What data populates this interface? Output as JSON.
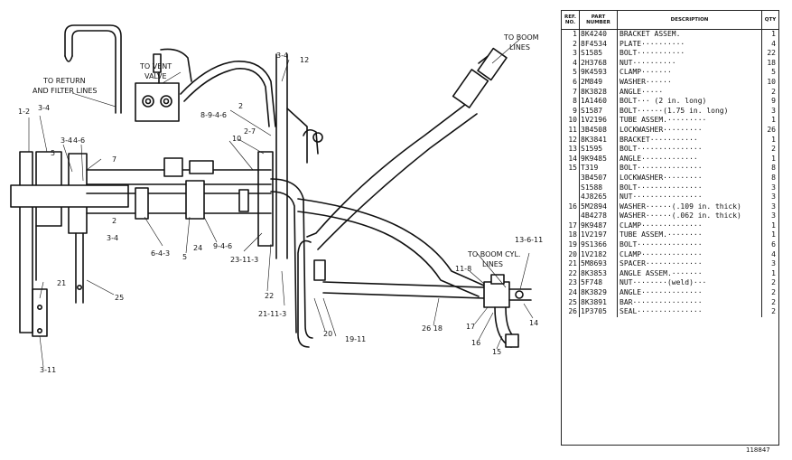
{
  "drawing": {
    "callouts": {
      "to_return_1": "TO RETURN",
      "to_return_2": "AND FILTER LINES",
      "to_vent_1": "TO VENT",
      "to_vent_2": "VALVE",
      "to_boom_1": "TO BOOM",
      "to_boom_2": "LINES",
      "to_boom_cyl_1": "TO BOOM CYL.",
      "to_boom_cyl_2": "LINES",
      "l_1_2": "1-2",
      "l_3_4a": "3-4",
      "l_3_4b": "3-4",
      "l_3_4c": "3-4",
      "l_4_6": "4-6",
      "l_5": "5",
      "l_7": "7",
      "l_8_9_4_6": "8-9-4-6",
      "l_2a": "2",
      "l_2b": "2",
      "l_2_7": "2-7",
      "l_10": "10",
      "l_12": "12",
      "l_6_4_3": "6-4-3",
      "l_5b": "5",
      "l_24": "24",
      "l_9_4_6": "9-4-6",
      "l_23_11_3": "23-11-3",
      "l_22": "22",
      "l_21_11_3": "21-11-3",
      "l_21": "21",
      "l_25": "25",
      "l_3_11": "3-11",
      "l_20": "20",
      "l_19_11": "19-11",
      "l_26_18": "26 18",
      "l_11_8": "11-8",
      "l_13_6_11": "13-6-11",
      "l_17": "17",
      "l_16": "16",
      "l_15": "15",
      "l_14": "14"
    }
  },
  "table": {
    "headers": {
      "ref": "REF. NO.",
      "part": "PART NUMBER",
      "desc": "DESCRIPTION",
      "qty": "QTY"
    },
    "rows": [
      {
        "ref": "1",
        "pn": "8K4240",
        "desc": "BRACKET ASSEM.",
        "qty": "1"
      },
      {
        "ref": "2",
        "pn": "8F4534",
        "desc": "PLATE··········",
        "qty": "4"
      },
      {
        "ref": "3",
        "pn": "S1585",
        "desc": "BOLT···········",
        "qty": "22"
      },
      {
        "ref": "4",
        "pn": "2H3768",
        "desc": "NUT··········",
        "qty": "18"
      },
      {
        "ref": "5",
        "pn": "9K4593",
        "desc": "CLAMP·······",
        "qty": "5"
      },
      {
        "ref": "6",
        "pn": "2M849",
        "desc": "WASHER······",
        "qty": "10"
      },
      {
        "ref": "7",
        "pn": "8K3828",
        "desc": "ANGLE·····",
        "qty": "2"
      },
      {
        "ref": "8",
        "pn": "1A1460",
        "desc": "BOLT···  (2 in. long)",
        "qty": "9"
      },
      {
        "ref": "9",
        "pn": "S1587",
        "desc": "BOLT······(1.75 in. long)",
        "qty": "3"
      },
      {
        "ref": "10",
        "pn": "1V2196",
        "desc": "TUBE ASSEM.·········",
        "qty": "1"
      },
      {
        "ref": "11",
        "pn": "3B4508",
        "desc": "LOCKWASHER·········",
        "qty": "26"
      },
      {
        "ref": "12",
        "pn": "8K3841",
        "desc": "BRACKET···········",
        "qty": "1"
      },
      {
        "ref": "13",
        "pn": "S1595",
        "desc": "BOLT···············",
        "qty": "2"
      },
      {
        "ref": "14",
        "pn": "9K9485",
        "desc": "ANGLE·············",
        "qty": "1"
      },
      {
        "ref": "15",
        "pn": "T319",
        "desc": "BOLT···············",
        "qty": "8"
      },
      {
        "ref": "",
        "pn": "3B4507",
        "desc": "LOCKWASHER·········",
        "qty": "8"
      },
      {
        "ref": "",
        "pn": "S1588",
        "desc": "BOLT···············",
        "qty": "3"
      },
      {
        "ref": "",
        "pn": "4J8265",
        "desc": "NUT················",
        "qty": "3"
      },
      {
        "ref": "16",
        "pn": "5M2894",
        "desc": "WASHER······(.109 in. thick)",
        "qty": "3"
      },
      {
        "ref": "",
        "pn": "4B4278",
        "desc": "WASHER······(.062 in. thick)",
        "qty": "3"
      },
      {
        "ref": "17",
        "pn": "9K9487",
        "desc": "CLAMP··············",
        "qty": "1"
      },
      {
        "ref": "18",
        "pn": "1V2197",
        "desc": "TUBE ASSEM.········",
        "qty": "1"
      },
      {
        "ref": "19",
        "pn": "9S1366",
        "desc": "BOLT···············",
        "qty": "6"
      },
      {
        "ref": "20",
        "pn": "1V2182",
        "desc": "CLAMP··············",
        "qty": "4"
      },
      {
        "ref": "21",
        "pn": "5M8693",
        "desc": "SPACER·············",
        "qty": "3"
      },
      {
        "ref": "22",
        "pn": "8K3853",
        "desc": "ANGLE ASSEM.·······",
        "qty": "1"
      },
      {
        "ref": "23",
        "pn": "5F748",
        "desc": "NUT········(weld)···",
        "qty": "2"
      },
      {
        "ref": "24",
        "pn": "8K3829",
        "desc": "ANGLE··············",
        "qty": "2"
      },
      {
        "ref": "25",
        "pn": "8K3891",
        "desc": "BAR················",
        "qty": "2"
      },
      {
        "ref": "26",
        "pn": "1P3705",
        "desc": "SEAL···············",
        "qty": "2"
      }
    ],
    "drawing_number": "118847"
  }
}
